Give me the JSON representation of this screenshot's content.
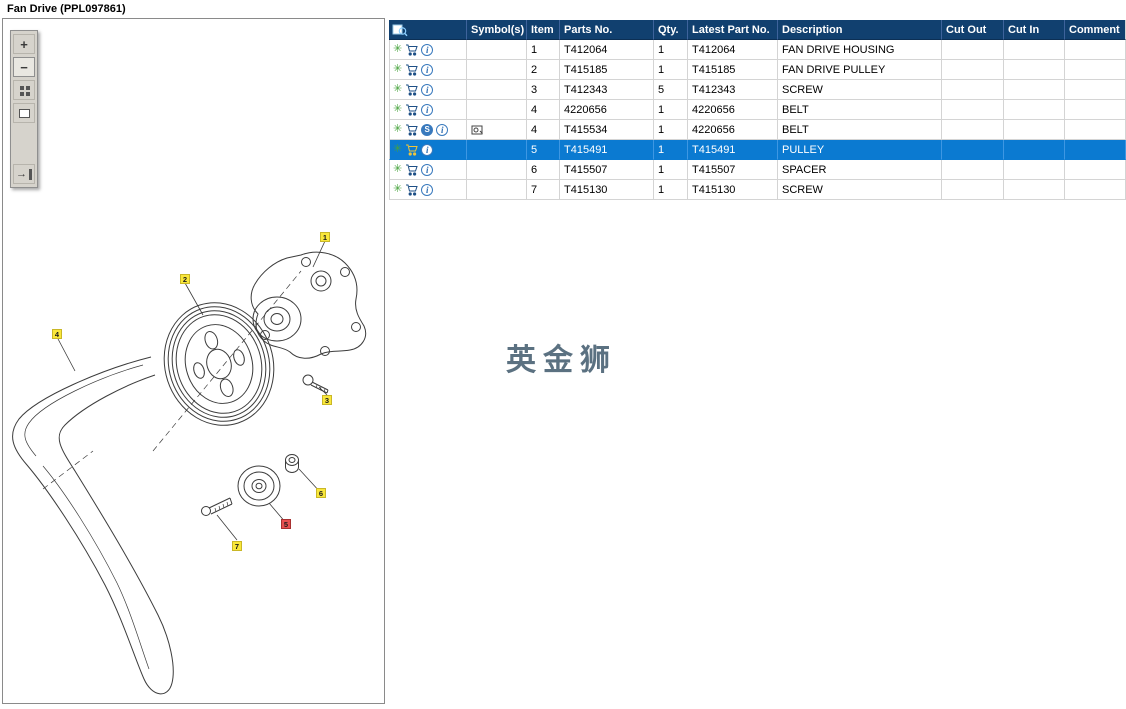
{
  "window": {
    "title": "Fan Drive (PPL097861)"
  },
  "toolbar": {
    "zoom_in_glyph": "+",
    "zoom_out_glyph": "−"
  },
  "watermark": {
    "text": "英金狮"
  },
  "table": {
    "headers": {
      "symbols": "Symbol(s)",
      "item": "Item",
      "parts_no": "Parts No.",
      "qty": "Qty.",
      "latest_part_no": "Latest Part No.",
      "description": "Description",
      "cut_out": "Cut Out",
      "cut_in": "Cut In",
      "comment": "Comment"
    },
    "rows": [
      {
        "item": "1",
        "parts_no": "T412064",
        "qty": "1",
        "latest_part_no": "T412064",
        "description": "FAN DRIVE HOUSING"
      },
      {
        "item": "2",
        "parts_no": "T415185",
        "qty": "1",
        "latest_part_no": "T415185",
        "description": "FAN DRIVE PULLEY"
      },
      {
        "item": "3",
        "parts_no": "T412343",
        "qty": "5",
        "latest_part_no": "T412343",
        "description": "SCREW"
      },
      {
        "item": "4",
        "parts_no": "4220656",
        "qty": "1",
        "latest_part_no": "4220656",
        "description": "BELT"
      },
      {
        "item": "4",
        "parts_no": "T415534",
        "qty": "1",
        "latest_part_no": "4220656",
        "description": "BELT"
      },
      {
        "item": "5",
        "parts_no": "T415491",
        "qty": "1",
        "latest_part_no": "T415491",
        "description": "PULLEY"
      },
      {
        "item": "6",
        "parts_no": "T415507",
        "qty": "1",
        "latest_part_no": "T415507",
        "description": "SPACER"
      },
      {
        "item": "7",
        "parts_no": "T415130",
        "qty": "1",
        "latest_part_no": "T415130",
        "description": "SCREW"
      }
    ]
  },
  "diagram": {
    "callouts": [
      {
        "label": "1"
      },
      {
        "label": "2"
      },
      {
        "label": "3"
      },
      {
        "label": "4"
      },
      {
        "label": "5"
      },
      {
        "label": "6"
      },
      {
        "label": "7"
      }
    ]
  },
  "colors": {
    "header_bg": "#11406f",
    "selected_row_bg": "#0b7ad1",
    "callout_yellow": "#f9e73b",
    "callout_red": "#e85050",
    "watermark": "#5b7181"
  }
}
